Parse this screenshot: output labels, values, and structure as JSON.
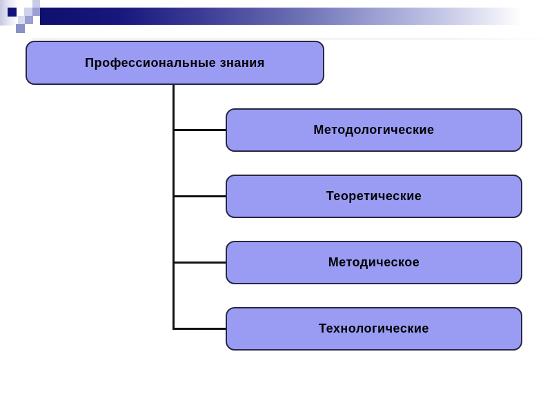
{
  "theme": {
    "background": "#ffffff",
    "header_navy": "#0f0f6e",
    "header_lavender": "#9a9ed2",
    "node_fill": "#9a9bf3",
    "node_border": "#262640",
    "connector_color": "#111111",
    "text_color": "#000000"
  },
  "diagram": {
    "type": "hierarchy",
    "root": {
      "label": "Профессиональные знания"
    },
    "children": [
      {
        "label": "Методологические"
      },
      {
        "label": "Теоретические"
      },
      {
        "label": "Методическое"
      },
      {
        "label": "Технологические"
      }
    ]
  }
}
